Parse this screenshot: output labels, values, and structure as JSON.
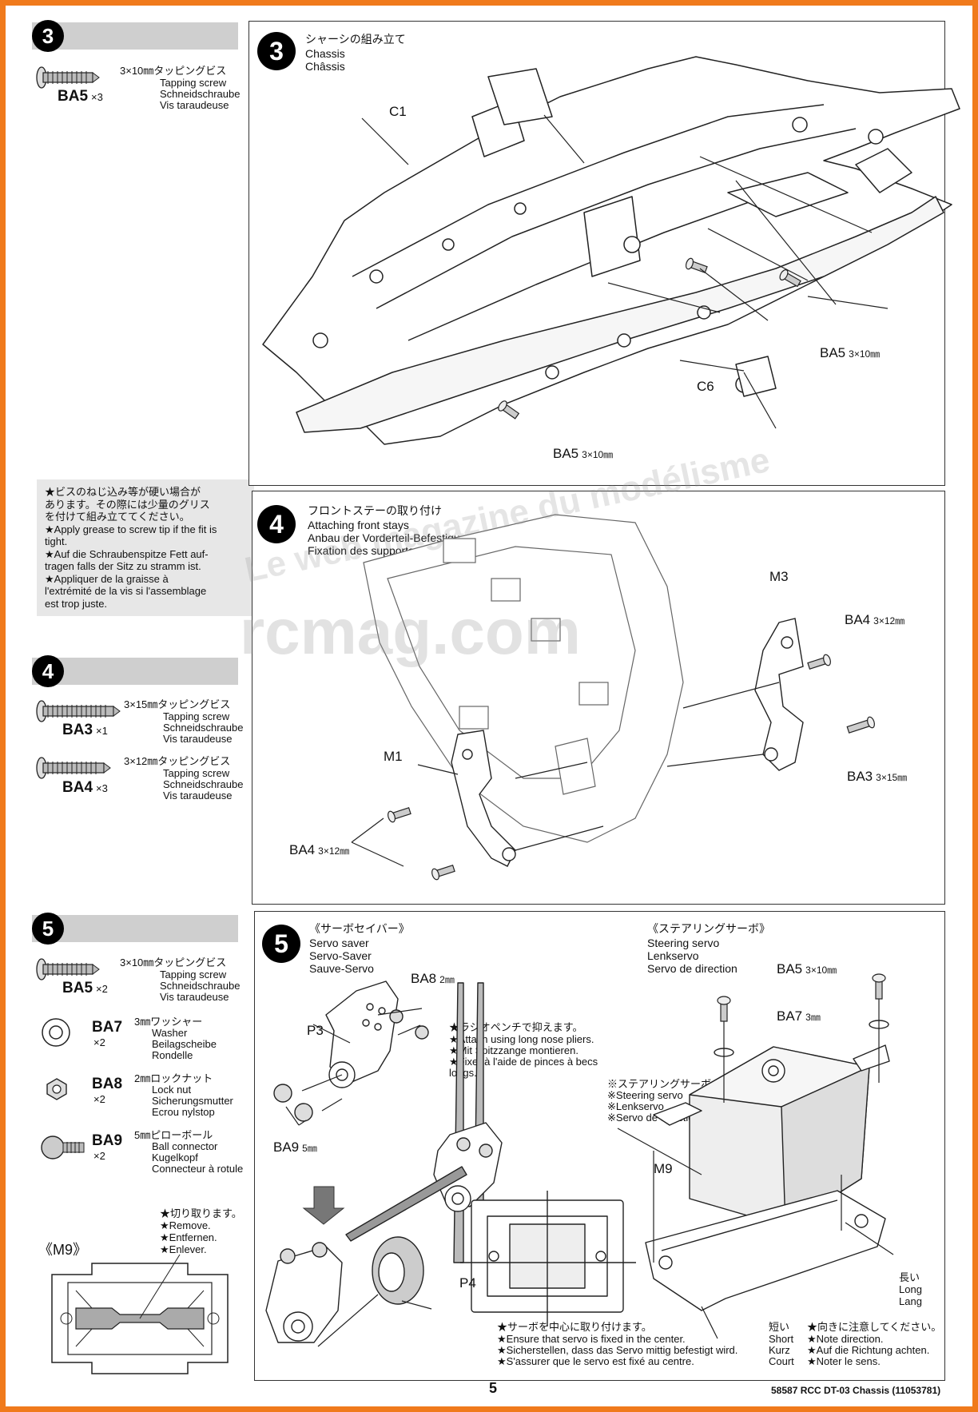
{
  "left": {
    "step3": {
      "number": "3",
      "screw": {
        "code": "BA5",
        "qty": "×3",
        "jp": "3×10㎜タッピングビス",
        "en": "Tapping screw",
        "de": "Schneidschraube",
        "fr": "Vis taraudeuse"
      }
    },
    "note": {
      "jp1": "★ビスのねじ込み等が硬い場合が",
      "jp2": "あります。その際には少量のグリス",
      "jp3": "を付けて組み立ててください。",
      "en1": "★Apply grease to screw tip if the fit is",
      "en2": "tight.",
      "de1": "★Auf die Schraubenspitze Fett auf-",
      "de2": "tragen falls der Sitz zu stramm ist.",
      "fr1": "★Appliquer de la graisse à",
      "fr2": "l'extrémité de la vis si l'assemblage",
      "fr3": "est trop juste."
    },
    "step4": {
      "number": "4",
      "screw1": {
        "code": "BA3",
        "qty": "×1",
        "jp": "3×15㎜タッピングビス",
        "en": "Tapping screw",
        "de": "Schneidschraube",
        "fr": "Vis taraudeuse"
      },
      "screw2": {
        "code": "BA4",
        "qty": "×3",
        "jp": "3×12㎜タッピングビス",
        "en": "Tapping screw",
        "de": "Schneidschraube",
        "fr": "Vis taraudeuse"
      }
    },
    "step5": {
      "number": "5",
      "screw": {
        "code": "BA5",
        "qty": "×2",
        "jp": "3×10㎜タッピングビス",
        "en": "Tapping screw",
        "de": "Schneidschraube",
        "fr": "Vis taraudeuse"
      },
      "washer": {
        "code": "BA7",
        "qty": "×2",
        "jp": "3㎜ワッシャー",
        "en": "Washer",
        "de": "Beilagscheibe",
        "fr": "Rondelle"
      },
      "nut": {
        "code": "BA8",
        "qty": "×2",
        "jp": "2㎜ロックナット",
        "en": "Lock nut",
        "de": "Sicherungsmutter",
        "fr": "Ecrou nylstop"
      },
      "ball": {
        "code": "BA9",
        "qty": "×2",
        "jp": "5㎜ピローボール",
        "en": "Ball connector",
        "de": "Kugelkopf",
        "fr": "Connecteur à rotule"
      }
    },
    "cut": {
      "jp": "★切り取ります。",
      "en": "★Remove.",
      "de": "★Entfernen.",
      "fr": "★Enlever.",
      "part": "《M9》"
    }
  },
  "step3": {
    "number": "3",
    "title_jp": "シャーシの組み立て",
    "title_en": "Chassis",
    "title_fr": "Châssis",
    "labels": {
      "c1": "C1",
      "c6": "C6",
      "ba5": "BA5",
      "ba5_size": "3×10㎜"
    }
  },
  "step4": {
    "number": "4",
    "title_jp": "フロントステーの取り付け",
    "title_en": "Attaching front stays",
    "title_de": "Anbau der Vorderteil-Befestigung",
    "title_fr": "Fixation des supports avant",
    "labels": {
      "m3": "M3",
      "m1": "M1",
      "ba4": "BA4",
      "ba4_size": "3×12㎜",
      "ba3": "BA3",
      "ba3_size": "3×15㎜"
    }
  },
  "step5": {
    "number": "5",
    "saver": {
      "jp": "《サーボセイバー》",
      "en": "Servo saver",
      "de": "Servo-Saver",
      "fr": "Sauve-Servo"
    },
    "steer": {
      "jp": "《ステアリングサーボ》",
      "en": "Steering servo",
      "de": "Lenkservo",
      "fr": "Servo de direction"
    },
    "pliers": {
      "jp": "★ラジオペンチで抑えます。",
      "en": "★Attach using long nose pliers.",
      "de": "★Mit Spitzzange montieren.",
      "fr1": "★Fixer à l'aide de pinces à becs",
      "fr2": "longs."
    },
    "servo_note": {
      "jp": "※ステアリングサーボ",
      "en": "※Steering servo",
      "de": "※Lenkservo",
      "fr": "※Servo de direction"
    },
    "labels": {
      "ba8": "BA8",
      "ba8_size": "2㎜",
      "p3": "P3",
      "ba9": "BA9",
      "ba9_size": "5㎜",
      "p4": "P4",
      "ba5": "BA5",
      "ba5_size": "3×10㎜",
      "ba7": "BA7",
      "ba7_size": "3㎜",
      "m9": "M9"
    },
    "long": {
      "jp": "長い",
      "en": "Long",
      "de": "Lang"
    },
    "short": {
      "jp": "短い",
      "en": "Short",
      "de": "Kurz",
      "fr": "Court"
    },
    "direction": {
      "jp": "★向きに注意してください。",
      "en": "★Note direction.",
      "de": "★Auf die Richtung achten.",
      "fr": "★Noter le sens."
    },
    "center": {
      "jp": "★サーボを中心に取り付けます。",
      "en": "★Ensure that servo is fixed in the center.",
      "de": "★Sicherstellen, dass das Servo mittig befestigt wird.",
      "fr": "★S'assurer que le servo est fixé au centre."
    }
  },
  "footer": {
    "page": "5",
    "ref": "58587 RCC DT-03 Chassis (11053781)"
  },
  "watermark": {
    "main": "rcmag.com",
    "arc": "Le web magazine du modélisme"
  }
}
